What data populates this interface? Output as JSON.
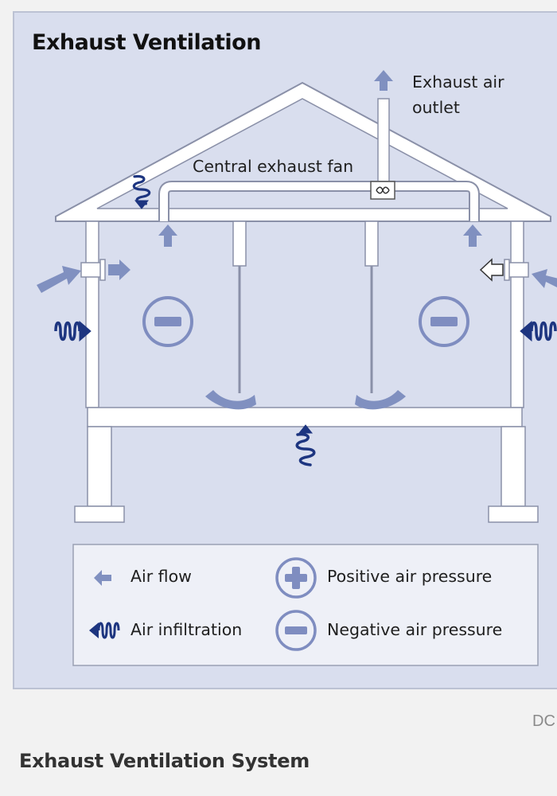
{
  "diagram": {
    "title": "Exhaust Ventilation",
    "labels": {
      "exhaust_outlet_line1": "Exhaust air",
      "exhaust_outlet_line2": "outlet",
      "central_fan": "Central exhaust fan"
    },
    "legend": {
      "air_flow": "Air flow",
      "air_infiltration": "Air infiltration",
      "positive_pressure": "Positive air pressure",
      "negative_pressure": "Negative air pressure"
    }
  },
  "credit": "DC",
  "caption": "Exhaust Ventilation System",
  "colors": {
    "background": "#d9deee",
    "structure": "#ffffff",
    "outline": "#8a90a8",
    "arrow": "#8090c0",
    "infiltration": "#1d3580",
    "pressure_symbol": "#7f8dc0"
  }
}
